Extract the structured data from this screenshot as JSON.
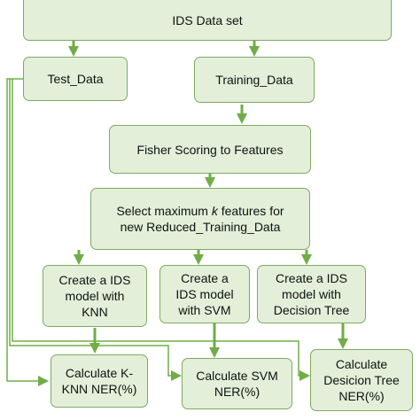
{
  "diagram": {
    "boxes": {
      "dataset": "IDS Data set",
      "test_data": "Test_Data",
      "training_data": "Training_Data",
      "fisher": "Fisher Scoring to Features",
      "select_k": "Select maximum <i>k</i> features for\nnew Reduced_Training_Data",
      "create_knn": "Create a IDS\nmodel with\nKNN",
      "create_svm": "Create a\nIDS model\nwith SVM",
      "create_dt": "Create a IDS\nmodel with\nDecision Tree",
      "calc_knn": "Calculate K-\nKNN NER(%)",
      "calc_svm": "Calculate SVM\nNER(%)",
      "calc_dt": "Calculate\nDesicion Tree\nNER(%)"
    },
    "colors": {
      "box_fill": "#e3efd9",
      "box_border": "#7fa961",
      "arrow": "#70ad47"
    }
  }
}
